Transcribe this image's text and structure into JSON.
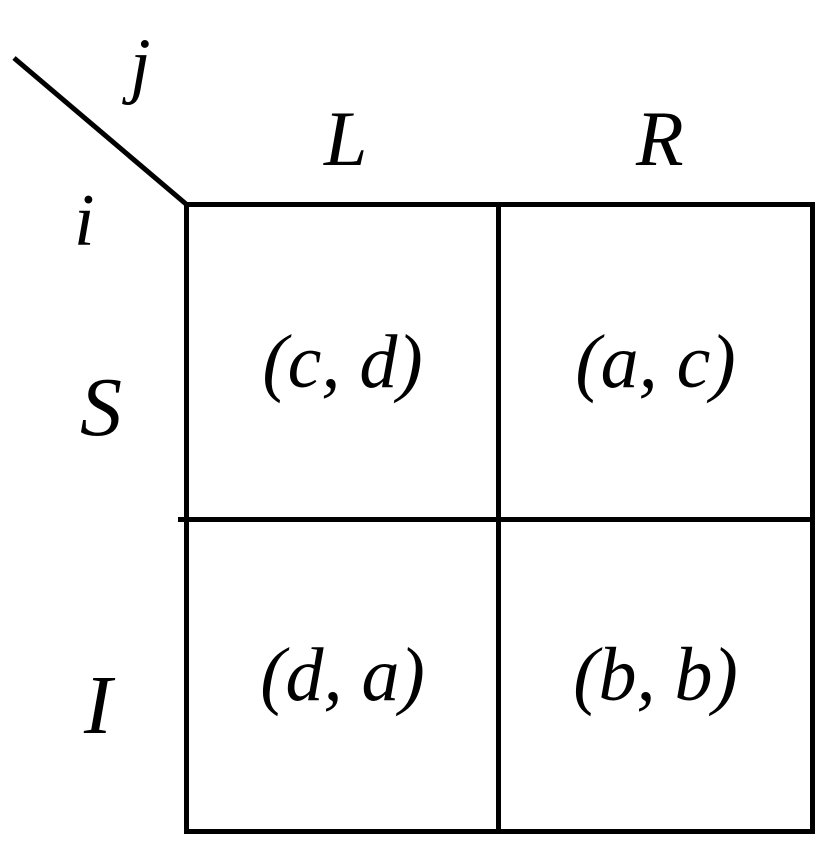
{
  "players": {
    "column_player": "j",
    "row_player": "i"
  },
  "columns": [
    "L",
    "R"
  ],
  "rows": [
    "S",
    "I"
  ],
  "payoffs": [
    [
      "(c, d)",
      "(a, c)"
    ],
    [
      "(d, a)",
      "(b, b)"
    ]
  ]
}
